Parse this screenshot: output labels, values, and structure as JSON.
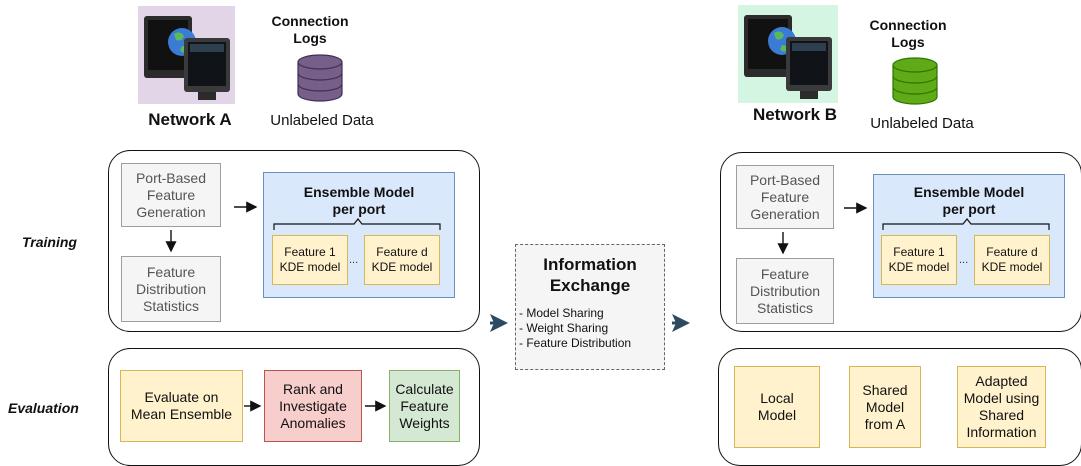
{
  "network_a": {
    "title": "Network A",
    "logs_title": "Connection\nLogs",
    "unlabeled": "Unlabeled Data",
    "bg_color": "#e1d5e7",
    "db_color": "#76608a"
  },
  "network_b": {
    "title": "Network B",
    "logs_title": "Connection\nLogs",
    "unlabeled": "Unlabeled Data",
    "bg_color": "#d5f5e3",
    "db_color": "#60a917"
  },
  "side_labels": {
    "training": "Training",
    "evaluation": "Evaluation"
  },
  "training": {
    "port_feature": "Port-Based\nFeature\nGeneration",
    "distribution": "Feature\nDistribution\nStatistics",
    "ensemble_title": "Ensemble Model\nper port",
    "kde_1": "Feature 1\nKDE model",
    "kde_d": "Feature d\nKDE model",
    "dots": "..."
  },
  "evaluation_a": {
    "step1": "Evaluate on\nMean Ensemble",
    "step2": "Rank and\nInvestigate\nAnomalies",
    "step3": "Calculate\nFeature\nWeights"
  },
  "evaluation_b": {
    "local": "Local\nModel",
    "shared": "Shared\nModel\nfrom A",
    "adapted": "Adapted\nModel using\nShared\nInformation"
  },
  "info_exchange": {
    "title": "Information\nExchange",
    "items": [
      "- Model Sharing",
      "- Weight Sharing",
      "- Feature Distribution"
    ]
  },
  "colors": {
    "arrow_big": "#2d4a63"
  }
}
